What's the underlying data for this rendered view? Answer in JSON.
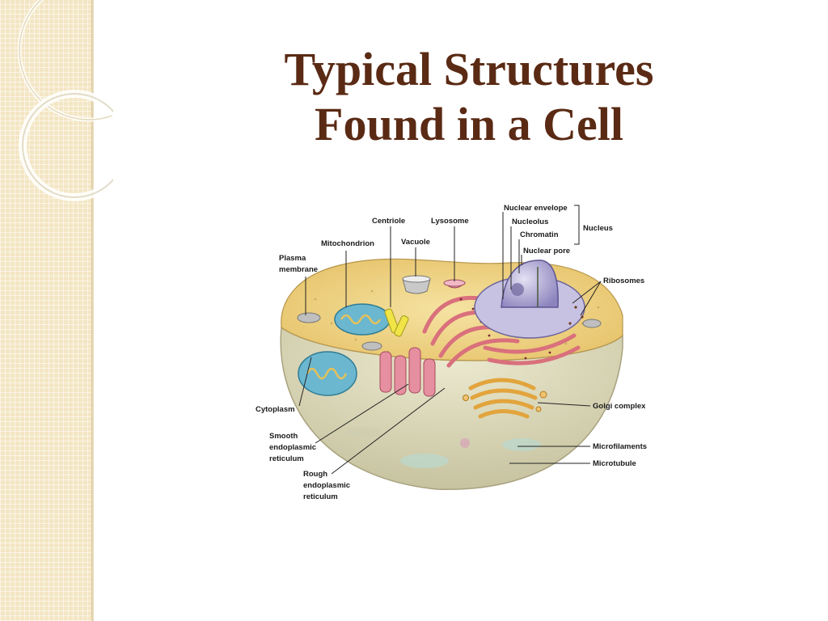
{
  "slide": {
    "title_line1": "Typical Structures",
    "title_line2": "Found in a Cell"
  },
  "diagram": {
    "labels": {
      "centriole": "Centriole",
      "lysosome": "Lysosome",
      "nuclear_envelope": "Nuclear envelope",
      "nucleolus": "Nucleolus",
      "chromatin": "Chromatin",
      "nuclear_pore": "Nuclear pore",
      "nucleus": "Nucleus",
      "mitochondrion": "Mitochondrion",
      "vacuole": "Vacuole",
      "plasma_membrane_1": "Plasma",
      "plasma_membrane_2": "membrane",
      "ribosomes": "Ribosomes",
      "cytoplasm": "Cytoplasm",
      "golgi_complex": "Golgi complex",
      "smooth_er_1": "Smooth",
      "smooth_er_2": "endoplasmic",
      "smooth_er_3": "reticulum",
      "microfilaments": "Microfilaments",
      "microtubule": "Microtubule",
      "rough_er_1": "Rough",
      "rough_er_2": "endoplasmic",
      "rough_er_3": "reticulum"
    }
  },
  "colors": {
    "title": "#5a2a14",
    "strip": "#f3e6c4",
    "cytoplasm_top": "#f1d98a",
    "cell_base": "#d9d7b8",
    "nucleus": "#b6b0d6",
    "rough_er": "#d9707c",
    "golgi": "#e2a43c",
    "mitochondria": "#6bb7cf"
  }
}
